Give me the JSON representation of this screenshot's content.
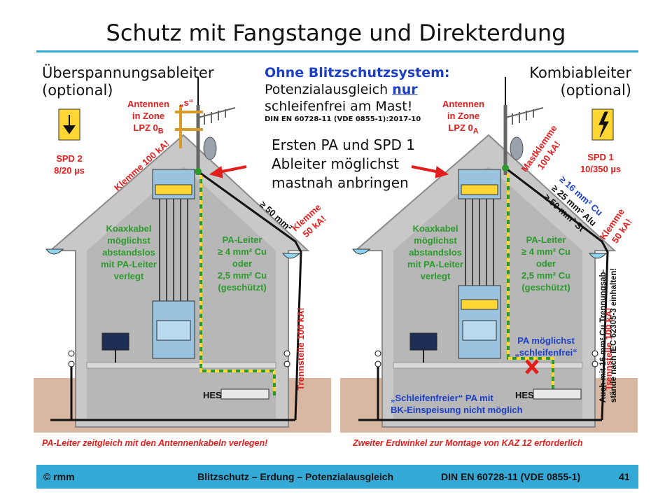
{
  "title": "Schutz mit Fangstange und Direkterdung",
  "left": {
    "heading_line1": "Überspannungsableiter",
    "heading_line2": "(optional)",
    "antenna_label_line1": "Antennen",
    "antenna_label_line2": "in Zone",
    "antenna_label_line3": "LPZ 0",
    "antenna_label_sub": "B",
    "s_label": "„s“",
    "spd_line1": "SPD 2",
    "spd_line2": "8/20 µs",
    "clamp_mast": "Klemme 100 kA!",
    "cable_size": "≥ 50 mm²",
    "clamp_gutter_line1": "Klemme",
    "clamp_gutter_line2": "50 kA!",
    "coax_text": [
      "Koaxkabel",
      "möglichst",
      "abstandslos",
      "mit PA-Leiter",
      "verlegt"
    ],
    "pa_text": [
      "PA-Leiter",
      "≥ 4 mm² Cu",
      "oder",
      "2,5 mm² Cu",
      "(geschützt)"
    ],
    "separation": "Trennstelle 100 kA!",
    "hes": "HES",
    "caption": "PA-Leiter zeitgleich mit den Antennenkabeln verlegen!"
  },
  "center": {
    "line1": "Ohne Blitzschutzsystem:",
    "line2_pre": "Potenzialausgleich ",
    "line2_em": "nur",
    "line3": "schleifenfrei am Mast!",
    "norm": "DIN EN 60728-11 (VDE 0855-1):2017-10",
    "advice": [
      "Ersten PA und SPD 1",
      "Ableiter möglichst",
      "mastnah anbringen"
    ]
  },
  "right": {
    "heading_line1": "Kombiableiter",
    "heading_line2": "(optional)",
    "antenna_label_line1": "Antennen",
    "antenna_label_line2": "in  Zone",
    "antenna_label_line3": "LPZ 0",
    "antenna_label_sub": "A",
    "spd_line1": "SPD 1",
    "spd_line2": "10/350 µs",
    "clamp_mast_line1": "Mastklemme",
    "clamp_mast_line2": "100 kA!",
    "cable_cu": "≥ 16 mm² Cu",
    "cable_alu": "≥ 25 mm² Alu",
    "cable_st": "≥ 50 mm² St",
    "clamp_gutter_line1": "Klemme",
    "clamp_gutter_line2": "50 kA!",
    "coax_text": [
      "Koaxkabel",
      "möglichst",
      "abstandslos",
      "mit PA-Leiter",
      "verlegt"
    ],
    "pa_text": [
      "PA-Leiter",
      "≥ 4 mm² Cu",
      "oder",
      "2,5 mm² Cu",
      "(geschützt)"
    ],
    "pa_loop_line1": "PA möglichst",
    "pa_loop_line2": "„schleifenfrei“",
    "bk_line1": "„Schleifenfreier“ PA mit",
    "bk_line2": "BK-Einspeisung nicht möglich",
    "separation": "Trennstelle 100 kA!",
    "vertical_note_line1": "Auch mit 16 mm² Cu Trennungsab-",
    "vertical_note_line2": "stände nach IEC 62305-3 einhalten!",
    "hes": "HES",
    "caption": "Zweiter Erdwinkel zur Montage von KAZ 12 erforderlich"
  },
  "footer": {
    "copyright": "© rmm",
    "topic": "Blitzschutz – Erdung – Potenzialausgleich",
    "norm": "DIN EN 60728-11 (VDE 0855-1)",
    "page": "41"
  },
  "colors": {
    "accent": "#35a9d6",
    "house_wall": "#c8c8c8",
    "soil": "#d9b8a3",
    "red": "#e41d1d",
    "green": "#2c9a2c",
    "blue": "#1d3fc4",
    "spd_yellow": "#ffd633"
  }
}
